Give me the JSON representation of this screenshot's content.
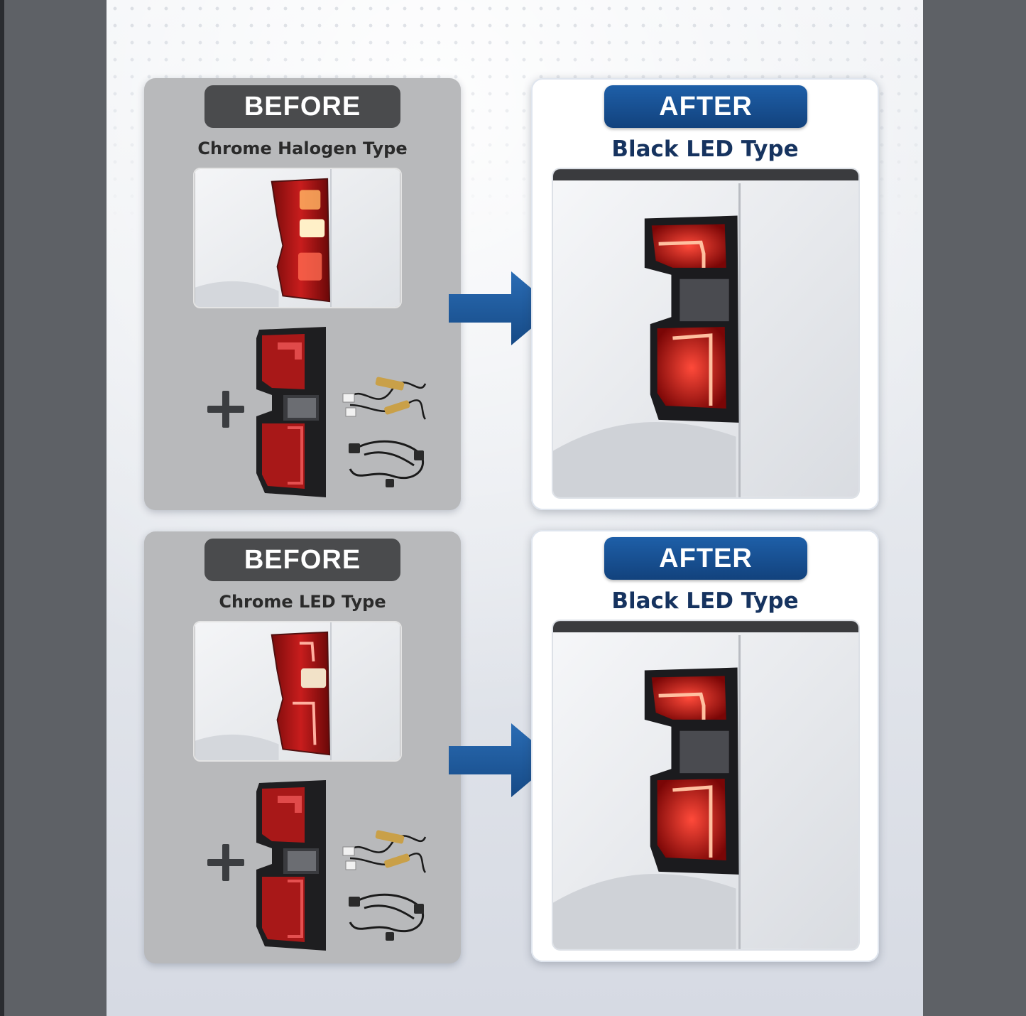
{
  "panels": [
    {
      "before": {
        "label": "BEFORE",
        "type": "Chrome Halogen Type"
      },
      "after": {
        "label": "AFTER",
        "type": "Black LED Type"
      }
    },
    {
      "before": {
        "label": "BEFORE",
        "type": "Chrome LED Type"
      },
      "after": {
        "label": "AFTER",
        "type": "Black LED Type"
      }
    }
  ],
  "colors": {
    "before_card": "#b8b9bb",
    "before_pill": "#4a4b4d",
    "after_pill": "#1a5296",
    "after_text": "#16335f",
    "arrow": "#1c5aa0",
    "tail_light_red": "#c21818"
  },
  "icons": [
    "plus-icon",
    "arrow-right-icon",
    "wiring-harness-icon",
    "load-resistor-icon"
  ]
}
